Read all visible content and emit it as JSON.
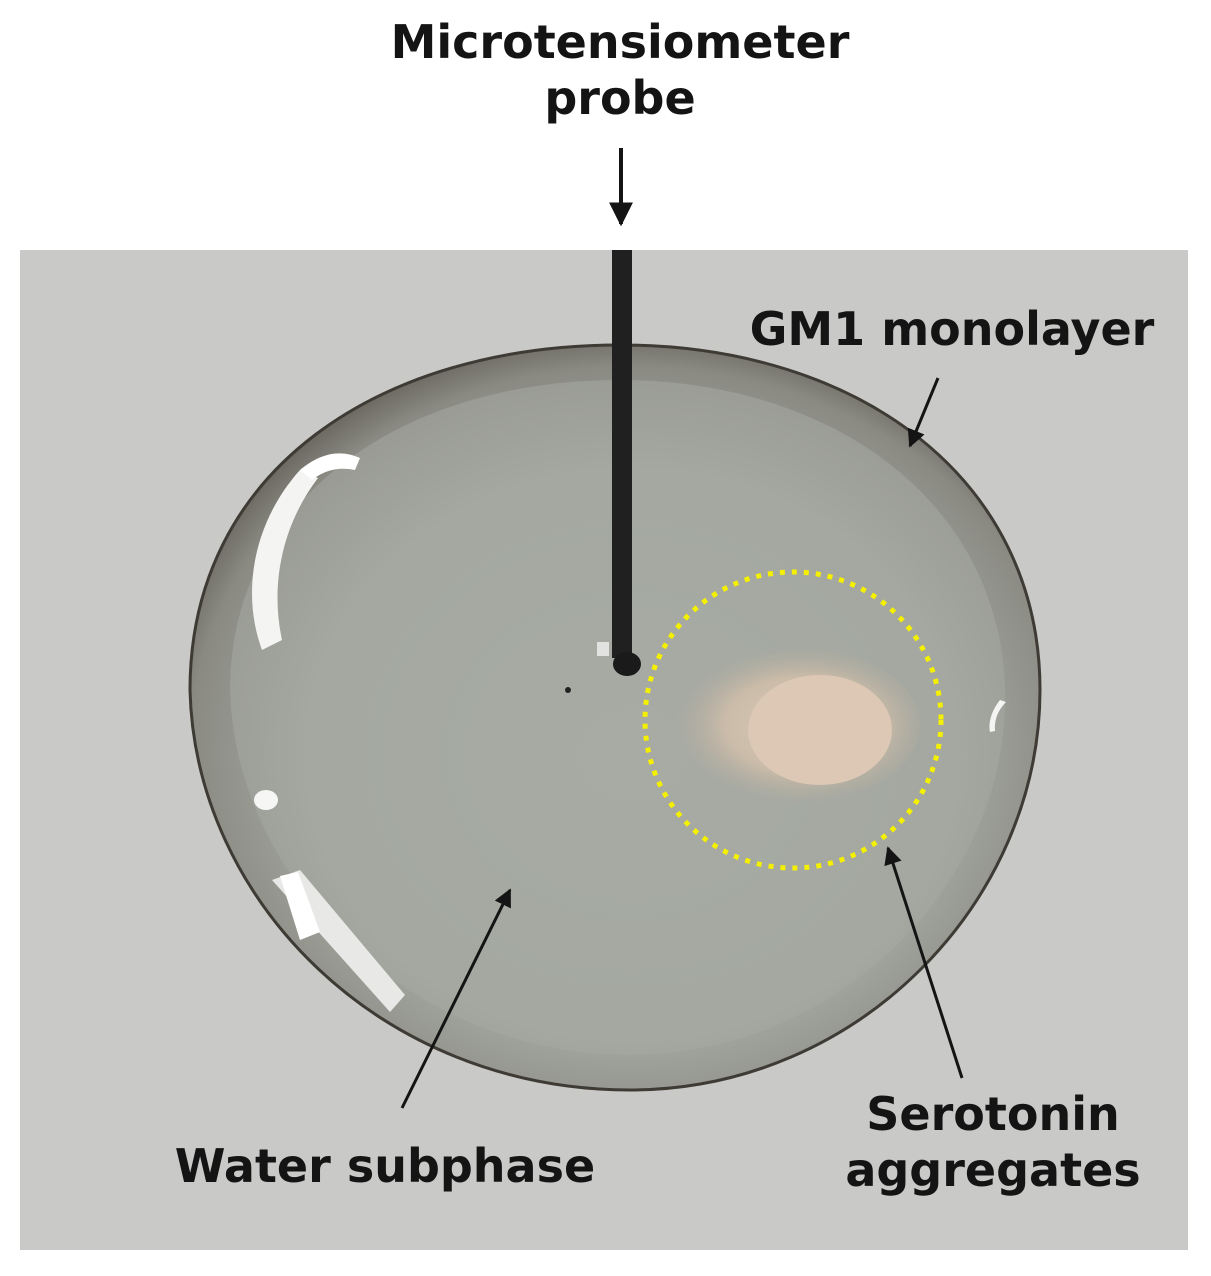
{
  "labels": {
    "probe_line1": "Microtensiometer",
    "probe_line2": "probe",
    "gm1": "GM1 monolayer",
    "water": "Water subphase",
    "serotonin_line1": "Serotonin",
    "serotonin_line2": "aggregates"
  },
  "colors": {
    "background_plate": "#c9c9c7",
    "droplet_body": "#a6aaa4",
    "droplet_rim": "#4e4a42",
    "aggregate_fill": "#dcc8b4",
    "highlight_circle": "#f5f000",
    "arrow": "#141414"
  }
}
